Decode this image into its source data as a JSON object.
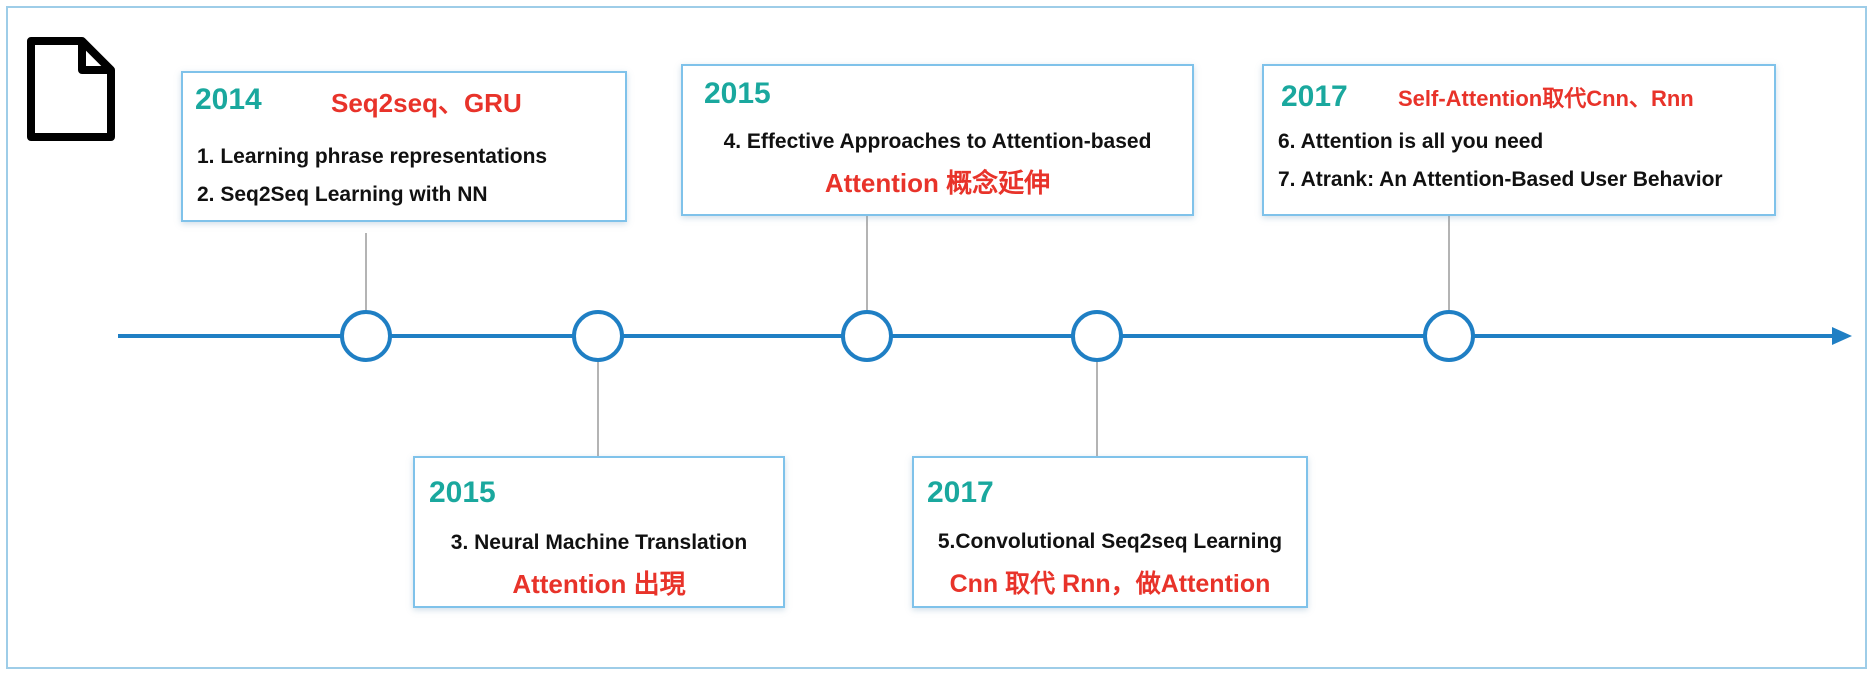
{
  "colors": {
    "timeline": "#1f7fc4",
    "year": "#1aa89e",
    "highlight": "#e8332a",
    "card_border": "#7fc2ea"
  },
  "icons": {
    "document": "document-icon"
  },
  "milestones": [
    {
      "year": "2014",
      "highlight": "Seq2seq、GRU",
      "items": [
        "1. Learning phrase representations",
        "2. Seq2Seq Learning with NN"
      ]
    },
    {
      "year": "2015",
      "items": [
        "3. Neural Machine Translation"
      ],
      "highlight": "Attention 出現"
    },
    {
      "year": "2015",
      "items": [
        "4. Effective Approaches to Attention-based"
      ],
      "highlight": "Attention 概念延伸"
    },
    {
      "year": "2017",
      "items": [
        "5.Convolutional Seq2seq Learning"
      ],
      "highlight": "Cnn 取代 Rnn，做Attention"
    },
    {
      "year": "2017",
      "highlight": "Self-Attention取代Cnn、Rnn",
      "items": [
        "6. Attention is all you need",
        "7. Atrank: An Attention-Based User Behavior"
      ]
    }
  ]
}
